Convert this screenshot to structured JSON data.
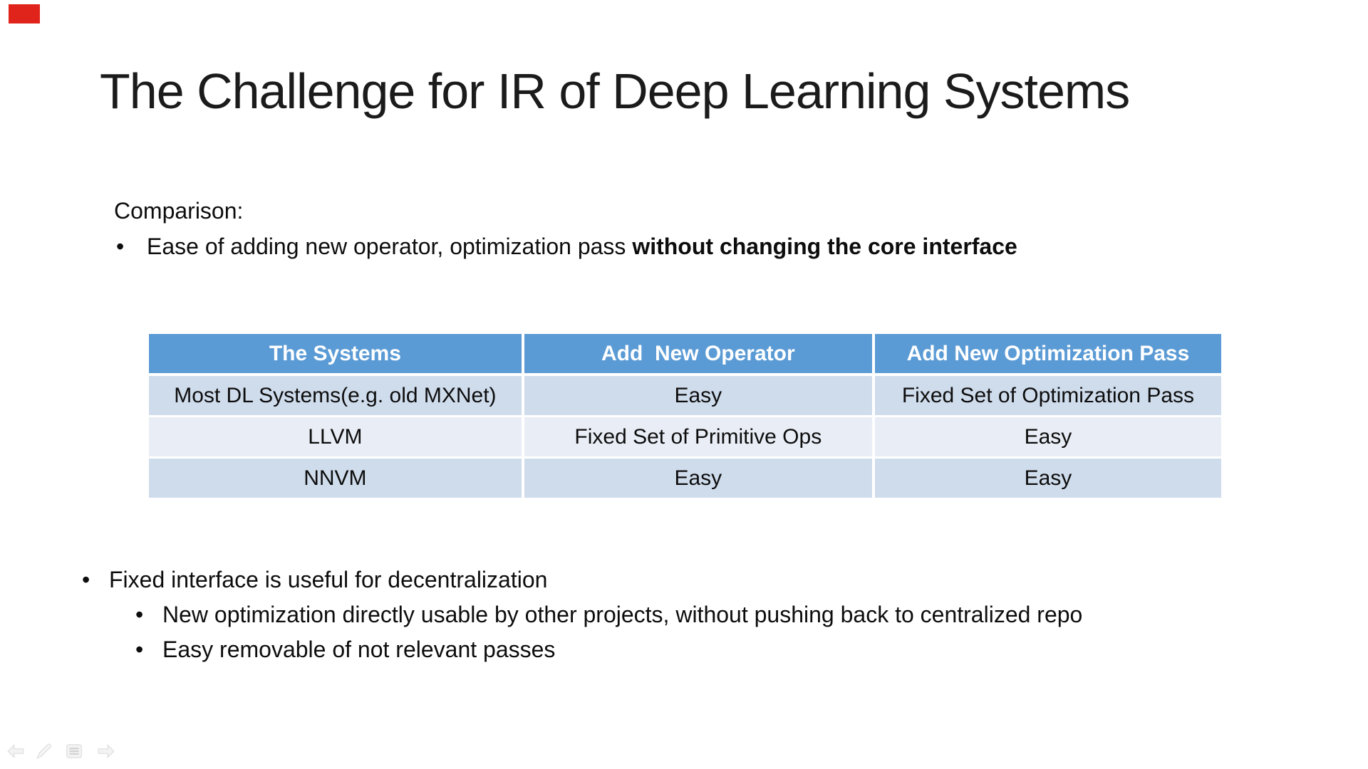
{
  "slide": {
    "title": "The Challenge for IR of Deep Learning Systems",
    "bullet_char": "•",
    "comparison": {
      "heading": "Comparison:",
      "bullet_normal": "Ease of adding new operator, optimization pass ",
      "bullet_bold": "without changing the core interface"
    },
    "table": {
      "headers": [
        "The Systems",
        "Add  New Operator",
        "Add New Optimization Pass"
      ],
      "rows": [
        [
          "Most DL Systems(e.g. old MXNet)",
          "Easy",
          "Fixed Set of Optimization Pass"
        ],
        [
          "LLVM",
          "Fixed Set of Primitive Ops",
          "Easy"
        ],
        [
          "NNVM",
          "Easy",
          "Easy"
        ]
      ],
      "colors": {
        "header_bg": "#5B9BD5",
        "header_text": "#FFFFFF",
        "band_dark_bg": "#CFDCEC",
        "band_light_bg": "#E9EDF5",
        "divider": "#FFFFFF"
      }
    },
    "bullets": {
      "level1": "Fixed interface is useful for decentralization",
      "level2": [
        "New optimization directly usable by other projects, without pushing back to centralized repo",
        "Easy removable of not relevant passes"
      ]
    }
  },
  "recording_indicator": {
    "color": "#E0241B"
  },
  "presenter_controls": {
    "icons": [
      "previous-slide-icon",
      "pen-icon",
      "slide-menu-icon",
      "next-slide-icon"
    ]
  }
}
